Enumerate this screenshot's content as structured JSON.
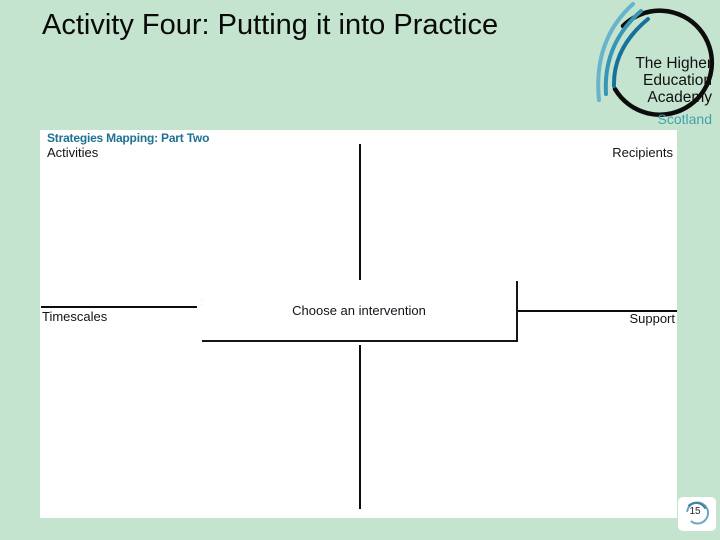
{
  "slide": {
    "title": "Activity Four: Putting it into Practice",
    "page_number": "15",
    "background_color": "#c5e4cf"
  },
  "logo": {
    "lines": [
      "The Higher",
      "Education",
      "Academy"
    ],
    "region": "Scotland",
    "region_color": "#3fa3ab",
    "arc_color": "#0c0c0c",
    "swoosh_colors": [
      "#68b4cc",
      "#3795b5",
      "#17719a"
    ]
  },
  "diagram": {
    "heading": "Strategies Mapping: Part Two",
    "heading_color": "#1d7193",
    "line_color": "#0c0c0c",
    "quadrants": {
      "top_left": "Activities",
      "top_right": "Recipients",
      "bottom_left": "Timescales",
      "bottom_right": "Support"
    },
    "center_box_label": "Choose an intervention"
  }
}
